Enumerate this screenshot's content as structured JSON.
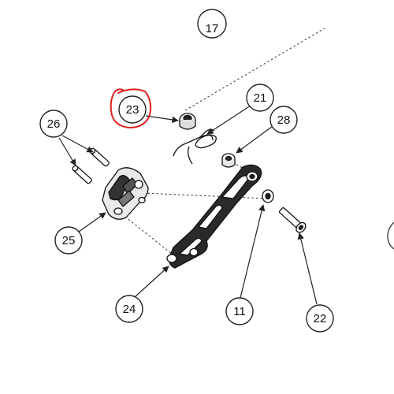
{
  "callouts": {
    "c17": "17",
    "c23": "23",
    "c21": "21",
    "c28": "28",
    "c26": "26",
    "c25": "25",
    "c24": "24",
    "c11": "11",
    "c22": "22"
  },
  "highlight_color": "#e0201f"
}
